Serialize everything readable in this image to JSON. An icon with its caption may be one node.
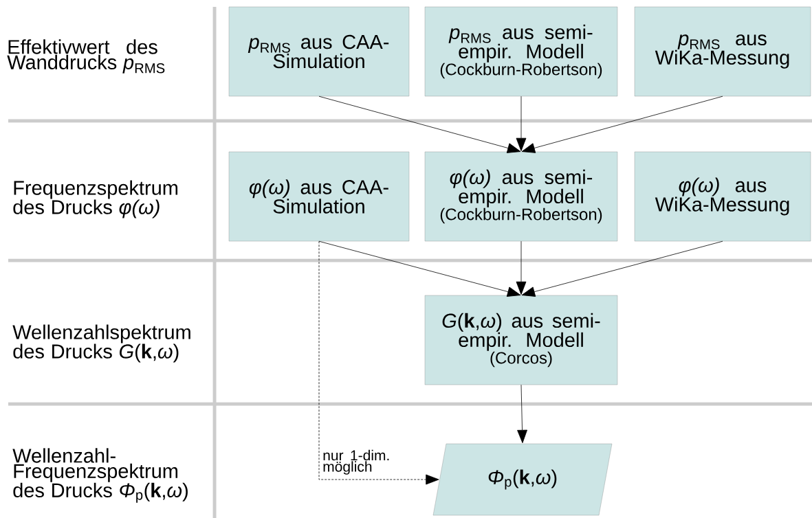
{
  "diagram": {
    "nodes": [
      {
        "text": [
          "*p*$_{RMS}$ aus CAA-Simulation"
        ]
      },
      {
        "text": [
          "*p*$_{RMS}$ aus semi-empir. Modell",
          "(Cockburn-Robertson)"
        ]
      },
      {
        "text": [
          "*p*$_{RMS}$ aus WiKa-Messung"
        ]
      },
      {
        "text": [
          "*φ(ω)* aus CAA-Simulation"
        ]
      },
      {
        "text": [
          "*φ(ω)* aus semi-empir. Modell",
          "(Cockburn-Robertson)"
        ]
      },
      {
        "text": [
          "*φ(ω)* aus WiKa-Messung"
        ]
      },
      {
        "text": [
          "*G*(**k**,*ω*) aus semi-empir. Modell",
          "(Corcos)"
        ]
      },
      {
        "text": [
          "*Φ*$_{p}$(**k**,*ω*)"
        ]
      }
    ],
    "edges": [
      {
        "from": 0,
        "to": 4,
        "arrow": "to"
      },
      {
        "from": 1,
        "to": 4,
        "arrow": "to"
      },
      {
        "from": 2,
        "to": 4,
        "arrow": "to"
      },
      {
        "from": 3,
        "to": 6,
        "arrow": "to"
      },
      {
        "from": 4,
        "to": 6,
        "arrow": "to"
      },
      {
        "from": 5,
        "to": 6,
        "arrow": "to"
      },
      {
        "from": 6,
        "to": 7,
        "arrow": "to"
      },
      {
        "from": 3,
        "to": 7,
        "arrow": "to",
        "style": "dashed",
        "label": "nur 1-dim. möglich"
      }
    ],
    "labels": [
      "Effektivwert des Wanddrucks *p*$_{RMS}$",
      "Frequenzspektrum des Drucks *φ(ω)*",
      "Wellenzahlspektrum des Drucks *G*(**k**,*ω*)",
      "Wellenzahl- Frequenzspektrum des Drucks *Φ*$_{p}$(**k**,*ω*)"
    ]
  }
}
